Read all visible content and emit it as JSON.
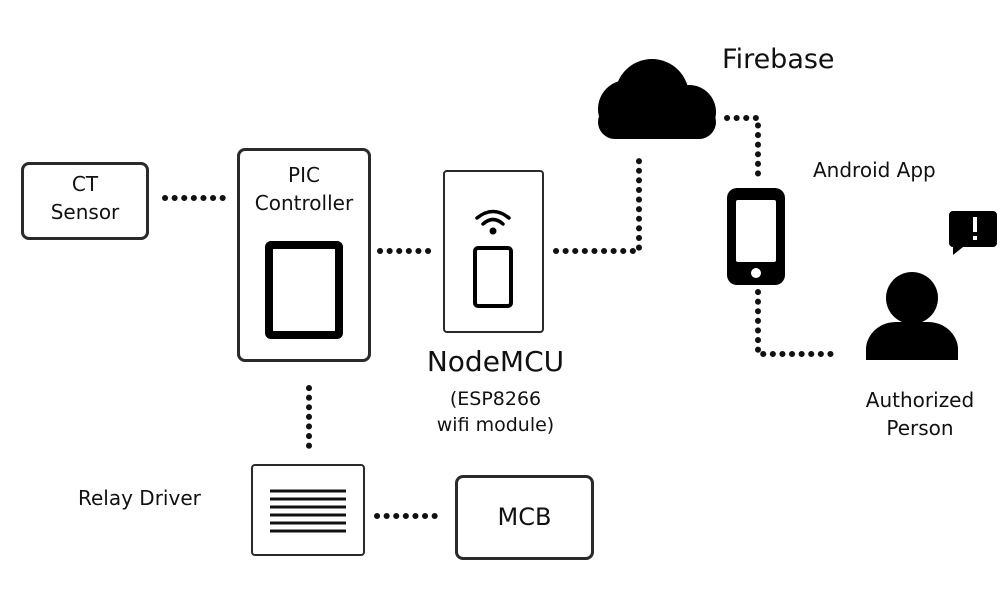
{
  "nodes": {
    "ct_sensor": {
      "line1": "CT",
      "line2": "Sensor"
    },
    "pic_controller": {
      "line1": "PIC",
      "line2": "Controller"
    },
    "nodemcu": {
      "title": "NodeMCU",
      "sub1": "(ESP8266",
      "sub2": "wifi module)"
    },
    "firebase": {
      "label": "Firebase"
    },
    "android_app": {
      "label": "Android App"
    },
    "authorized_person": {
      "line1": "Authorized",
      "line2": "Person"
    },
    "relay_driver": {
      "label": "Relay Driver"
    },
    "mcb": {
      "label": "MCB"
    }
  },
  "icons": [
    "cloud-icon",
    "wifi-icon",
    "smartphone-icon",
    "person-icon",
    "alert-bubble-icon",
    "chip-icon",
    "document-lines-icon"
  ]
}
